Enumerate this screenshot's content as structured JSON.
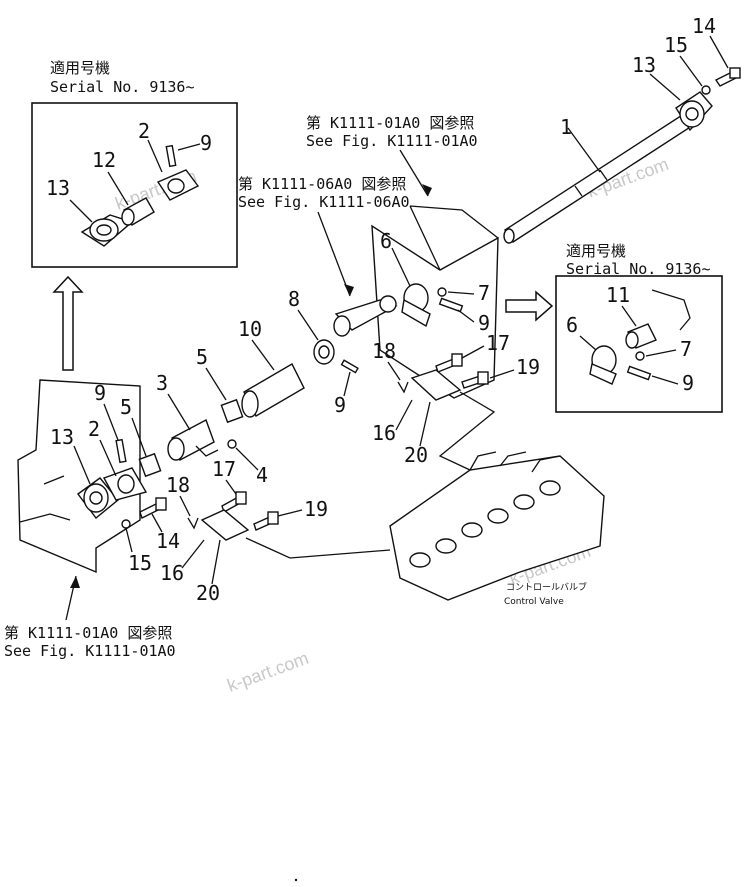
{
  "serial_left": {
    "title": "適用号機",
    "serial": "Serial No. 9136~"
  },
  "serial_right": {
    "title": "適用号機",
    "serial": "Serial No. 9136~"
  },
  "ref_top": {
    "jp": "第 K1111-01A0 図参照",
    "en": "See Fig. K1111-01A0"
  },
  "ref_mid": {
    "jp": "第 K1111-06A0 図参照",
    "en": "See Fig. K1111-06A0"
  },
  "ref_bottom": {
    "jp": "第 K1111-01A0 図参照",
    "en": "See Fig. K1111-01A0"
  },
  "control_valve": {
    "jp": "コントロールバルブ",
    "en": "Control Valve"
  },
  "watermark": "k-part.com",
  "part_numbers": {
    "p1": "1",
    "p2": "2",
    "p3": "3",
    "p4": "4",
    "p5": "5",
    "p6": "6",
    "p7": "7",
    "p8": "8",
    "p9": "9",
    "p10": "10",
    "p11": "11",
    "p12": "12",
    "p13": "13",
    "p14": "14",
    "p15": "15",
    "p16": "16",
    "p17": "17",
    "p18": "18",
    "p19": "19",
    "p20": "20"
  }
}
